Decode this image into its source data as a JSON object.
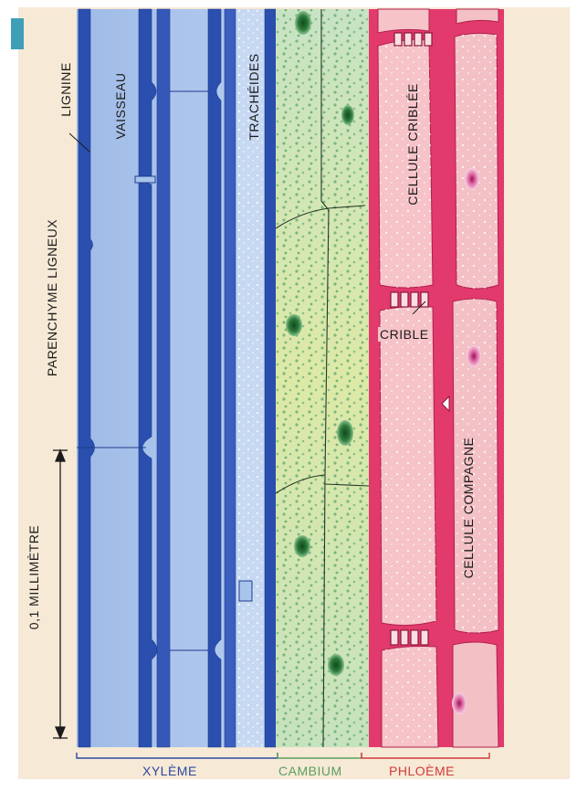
{
  "labels": {
    "lignine": "LIGNINE",
    "parenchyme": "PARENCHYME LIGNEUX",
    "vaisseau": "VAISSEAU",
    "tracheides": "TRACHÉIDES",
    "cellule_criblee": "CELLULE CRIBLÉE",
    "crible": "CRIBLE",
    "cellule_compagne": "CELLULE COMPAGNE",
    "scale": "0,1 MILLIMÈTRE"
  },
  "regions": {
    "xyleme": "XYLÈME",
    "cambium": "CAMBIUM",
    "phloeme": "PHLOÈME"
  },
  "colors": {
    "xylem_wall": "#2a4faa",
    "xylem_fill": "#a9c4ec",
    "tracheid_fill": "#c8d9f1",
    "cambium_fill": "#bfe0b9",
    "cambium_dots": "#6aaf72",
    "phloem_wall": "#e0386a",
    "phloem_fill": "#f7c7cc",
    "background": "#f7ead8",
    "xylem_text": "#2b48a0",
    "cambium_text": "#5aa05f",
    "phloem_text": "#d23a3a"
  }
}
